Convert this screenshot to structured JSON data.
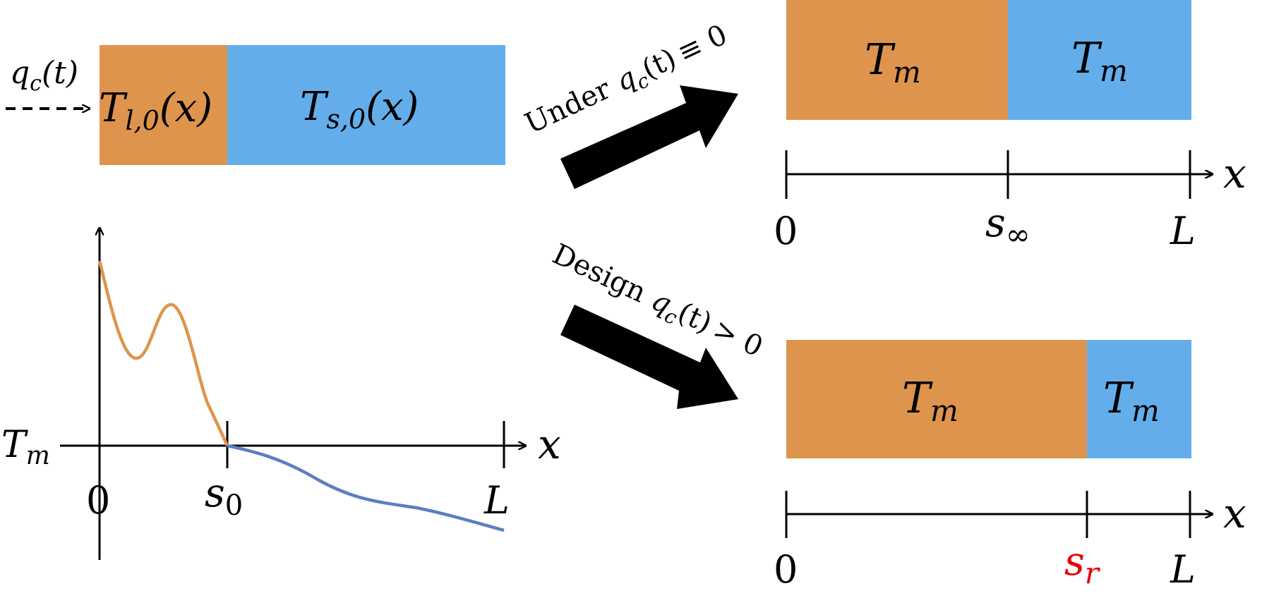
{
  "colors": {
    "liquid": "#DF944D",
    "solid": "#63AEEA",
    "liquid_curve": "#DF944D",
    "solid_curve": "#5B7FC0",
    "highlight": "#E8000B",
    "ink": "#000000"
  },
  "initial_state": {
    "flux_label_main": "q",
    "flux_label_sub": "c",
    "flux_label_arg": "(t)",
    "liquid_main": "T",
    "liquid_sub": "l,0",
    "liquid_arg": "(x)",
    "solid_main": "T",
    "solid_sub": "s,0",
    "solid_arg": "(x)"
  },
  "profile_plot": {
    "y_label_main": "T",
    "y_label_sub": "m",
    "x_axis_label": "x",
    "tick_zero": "0",
    "tick_interface_main": "s",
    "tick_interface_sub": "0",
    "tick_end": "L"
  },
  "arrow_upper": {
    "word": "Under",
    "q_main": "q",
    "q_sub": "c",
    "q_arg": "(t)",
    "relation": "≡ 0"
  },
  "arrow_lower": {
    "word": "Design",
    "q_main": "q",
    "q_sub": "c",
    "q_arg": "(t)",
    "relation": "> 0"
  },
  "result_upper": {
    "liquid_main": "T",
    "liquid_sub": "m",
    "solid_main": "T",
    "solid_sub": "m",
    "axis_label": "x",
    "tick_zero": "0",
    "tick_interface_main": "s",
    "tick_interface_sub": "∞",
    "tick_end": "L"
  },
  "result_lower": {
    "liquid_main": "T",
    "liquid_sub": "m",
    "solid_main": "T",
    "solid_sub": "m",
    "axis_label": "x",
    "tick_zero": "0",
    "tick_interface_main": "s",
    "tick_interface_sub": "r",
    "tick_end": "L"
  }
}
